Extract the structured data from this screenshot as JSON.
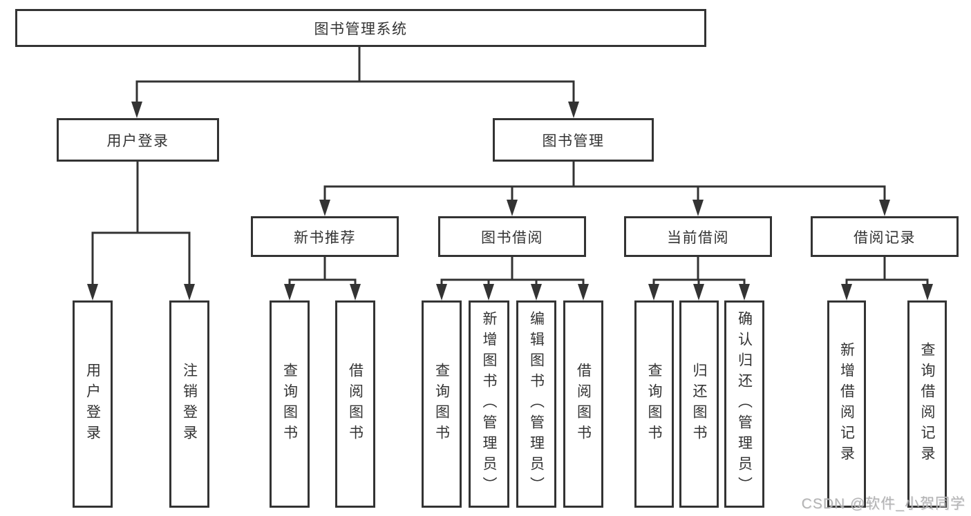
{
  "tree": {
    "label": "图书管理系统",
    "children": [
      {
        "label": "用户登录",
        "children": [
          {
            "label": "用户登录"
          },
          {
            "label": "注销登录"
          }
        ]
      },
      {
        "label": "图书管理",
        "children": [
          {
            "label": "新书推荐",
            "children": [
              {
                "label": "查询图书"
              },
              {
                "label": "借阅图书"
              }
            ]
          },
          {
            "label": "图书借阅",
            "children": [
              {
                "label": "查询图书"
              },
              {
                "label": "新增图书（管理员）"
              },
              {
                "label": "编辑图书（管理员）"
              },
              {
                "label": "借阅图书"
              }
            ]
          },
          {
            "label": "当前借阅",
            "children": [
              {
                "label": "查询图书"
              },
              {
                "label": "归还图书"
              },
              {
                "label": "确认归还（管理员）"
              }
            ]
          },
          {
            "label": "借阅记录",
            "children": [
              {
                "label": "新增借阅记录"
              },
              {
                "label": "查询借阅记录"
              }
            ]
          }
        ]
      }
    ]
  },
  "watermark": {
    "text": "CSDN @软件_小贺同学"
  },
  "colors": {
    "background": "#ffffff",
    "line": "#333333",
    "text": "#333333",
    "watermark": "#b3b3b3"
  }
}
